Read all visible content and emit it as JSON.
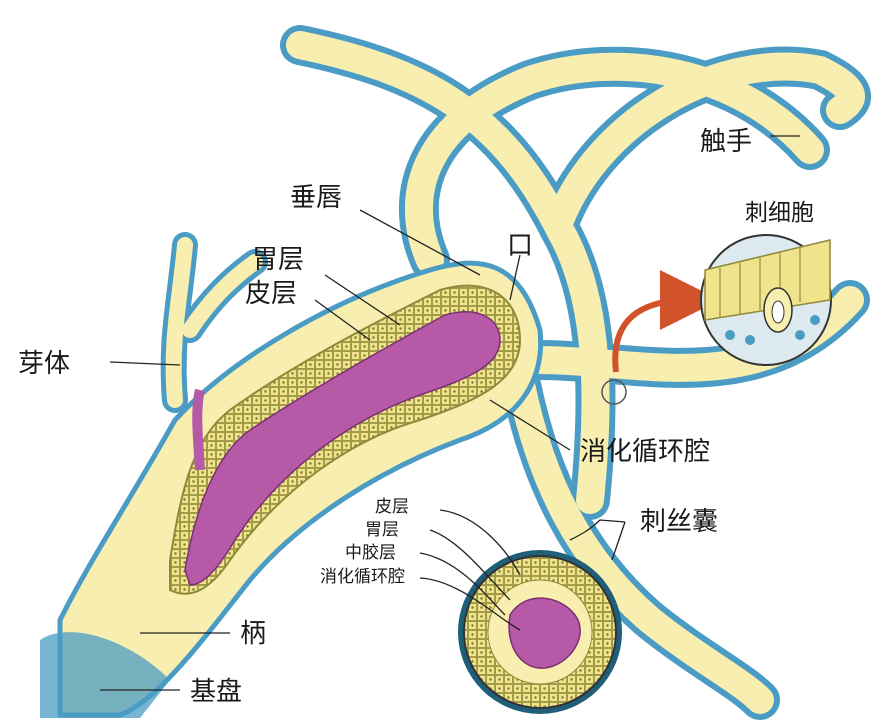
{
  "labels": {
    "tentacle": "触手",
    "cnidocyte": "刺细胞",
    "hypostome": "垂唇",
    "mouth": "口",
    "gastrodermis": "胃层",
    "epidermis": "皮层",
    "bud": "芽体",
    "gastrovascular_cavity": "消化循环腔",
    "nematocyst": "刺丝囊",
    "cs_epidermis": "皮层",
    "cs_gastrodermis": "胃层",
    "cs_mesoglea": "中胶层",
    "cs_cavity": "消化循环腔",
    "stalk": "柄",
    "basal_disc": "基盘"
  },
  "colors": {
    "body": "#f7eeb0",
    "outline": "#4a9cc4",
    "cavity": "#b65aa8",
    "cell": "#efe48c",
    "arrow": "#d2532b"
  }
}
